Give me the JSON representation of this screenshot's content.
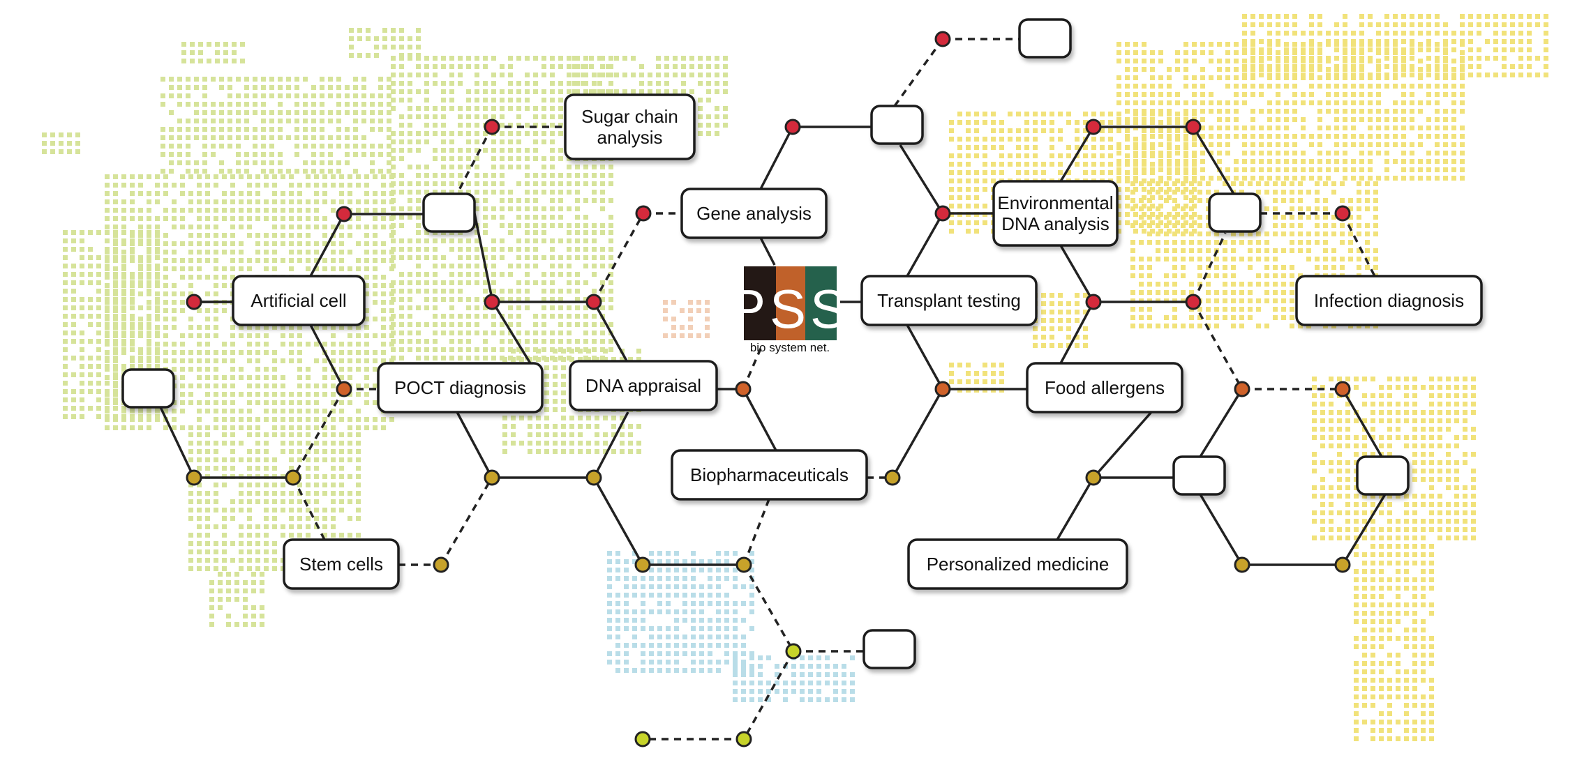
{
  "logo": {
    "letters": "PSS",
    "subtitle": "bio system net.",
    "colors": [
      "#231815",
      "#c0612a",
      "#25614c"
    ]
  },
  "labels": {
    "sugar": [
      "Sugar chain",
      "analysis"
    ],
    "gene": [
      "Gene analysis"
    ],
    "artificial": [
      "Artificial cell"
    ],
    "poct": [
      "POCT diagnosis"
    ],
    "dna_appraisal": [
      "DNA appraisal"
    ],
    "stem": [
      "Stem cells"
    ],
    "biopharma": [
      "Biopharmaceuticals"
    ],
    "transplant": [
      "Transplant testing"
    ],
    "env": [
      "Environmental",
      "DNA analysis"
    ],
    "infection": [
      "Infection diagnosis"
    ],
    "food": [
      "Food allergens"
    ],
    "personalized": [
      "Personalized medicine"
    ]
  },
  "colors": {
    "node_red": "#d42a3c",
    "node_orange": "#d0622a",
    "node_mustard": "#c7a22a",
    "node_lime": "#c7d42a",
    "map_green": "#d6e39a",
    "map_yellow": "#f1e27a",
    "map_blue": "#b9dde8",
    "map_peach": "#f2cfb7"
  }
}
